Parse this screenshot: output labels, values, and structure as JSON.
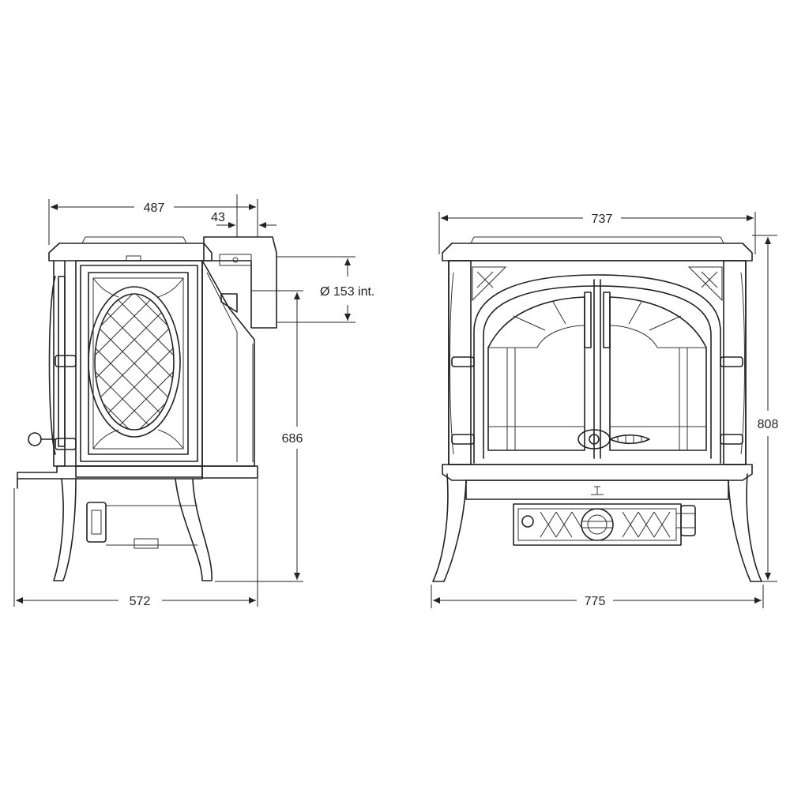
{
  "side_view": {
    "depth": "487",
    "flue_offset": "43",
    "flue_diameter": "Ø 153 int.",
    "flue_height": "686",
    "total_depth": "572"
  },
  "front_view": {
    "top_width": "737",
    "height": "808",
    "base_width": "775"
  },
  "colors": {
    "line": "#222222",
    "background": "#ffffff"
  }
}
